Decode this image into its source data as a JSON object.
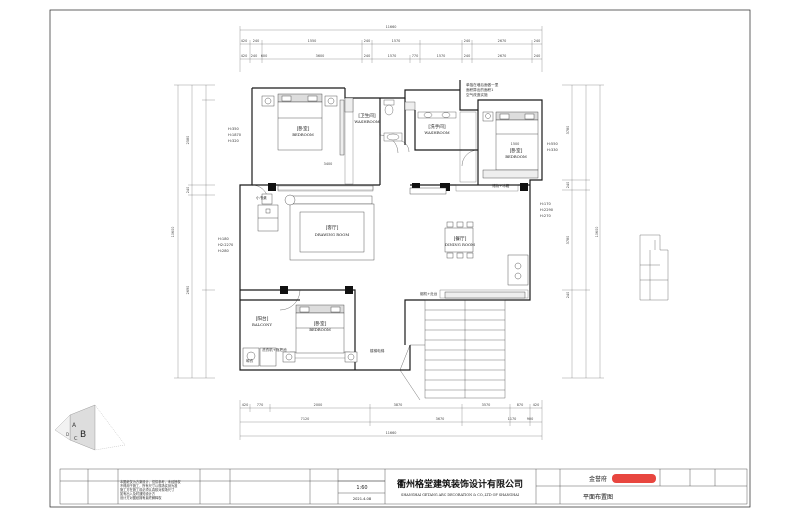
{
  "dimensions": {
    "top_total": "11660",
    "top_row1": [
      "420",
      "240",
      "1550",
      "240",
      "1570",
      "240",
      "2670",
      "240"
    ],
    "top_row2": [
      "420",
      "240",
      "600",
      "3600",
      "240",
      "1570",
      "770",
      "1570",
      "240",
      "2670",
      "240"
    ],
    "left_col": [
      "2580",
      "240",
      "2690"
    ],
    "left_total": "10600",
    "right_col": [
      "3780",
      "240",
      "3780",
      "240"
    ],
    "right_total": "10600",
    "bottom_row1": [
      "420",
      "770",
      "2000",
      "3870",
      "3570",
      "870",
      "420"
    ],
    "bottom_row2": [
      "7120",
      "3670",
      "1170",
      "900"
    ],
    "bottom_total": "11660",
    "interior_h": "3400",
    "interior_v": [
      "1500"
    ]
  },
  "rooms": [
    {
      "id": "bedroom-1",
      "cn": "[卧室]",
      "en": "BEDROOM"
    },
    {
      "id": "washroom-1",
      "cn": "[卫生间]",
      "en": "WASHROOM"
    },
    {
      "id": "washroom-2",
      "cn": "[洗手间]",
      "en": "WASHROOM"
    },
    {
      "id": "bedroom-2",
      "cn": "[卧室]",
      "en": "BEDROOM"
    },
    {
      "id": "drawing-room",
      "cn": "[客厅]",
      "en": "DRAWING ROOM"
    },
    {
      "id": "dining-room",
      "cn": "[餐厅]",
      "en": "DINING ROOM"
    },
    {
      "id": "balcony",
      "cn": "[阳台]",
      "en": "BALCONY"
    },
    {
      "id": "bedroom-3",
      "cn": "[卧室]",
      "en": "BEDROOM"
    }
  ],
  "heights": {
    "bedroom_1": [
      "H:350",
      "H:1870",
      "H:320"
    ],
    "bedroom_2": [
      "H:550",
      "H:330"
    ],
    "living": [
      "H:180",
      "H2:2270",
      "H:280"
    ],
    "dining": [
      "H:170",
      "H:2290",
      "H:270"
    ]
  },
  "notes": {
    "washroom_note": [
      "单独在墙后面做一里",
      "面积算出的面积1",
      "空气改造实施"
    ],
    "small_label_1": "小书桌",
    "small_label_2": "储物+冰箱",
    "small_label_3": "烟机+灶台",
    "stair_label": "楼梯电梯",
    "balcony_label": "洗衣机+拖把池",
    "balcony_label_2": "晾衣"
  },
  "logo": {
    "letters": [
      "A",
      "B",
      "C",
      "D"
    ]
  },
  "title_block": {
    "company_cn": "衢州格堂建筑装饰设计有限公司",
    "company_en": "SHANGHAI GETANG ARC DECORATION & CO.,LTD OF SHANGHAI",
    "scale": "1:60",
    "date": "2021.4.08",
    "project": "金誉府",
    "drawing_title": "平面布置图",
    "left_note": [
      "本图纸仅为方案设计，仅供参考，未经授权",
      "不得用于施工，所有尺寸以现场实测为准",
      "施工方在施工前必须认真核对现场尺寸",
      "如有出入及时通知设计方",
      "设计方对图纸拥有最终解释权"
    ]
  },
  "colors": {
    "line": "#1a1a1a",
    "wall": "#111111",
    "dim": "#555555",
    "red_mark": "#e8463f",
    "furniture": "#444444"
  }
}
